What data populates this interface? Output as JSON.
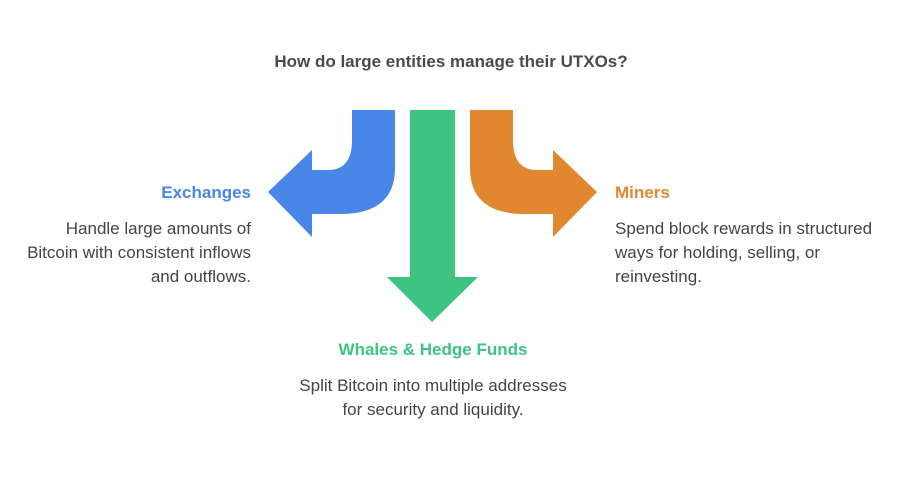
{
  "title": "How do large entities manage their UTXOs?",
  "colors": {
    "exchanges": "#4a86e8",
    "whales": "#3cc480",
    "miners": "#e08730",
    "title": "#4a4a4a",
    "body_text": "#444444"
  },
  "branches": [
    {
      "id": "exchanges",
      "heading": "Exchanges",
      "description": "Handle large amounts of Bitcoin with consistent inflows and outflows.",
      "direction": "left",
      "color": "#4a86e8"
    },
    {
      "id": "whales",
      "heading": "Whales & Hedge Funds",
      "description": "Split Bitcoin into multiple addresses for security and liquidity.",
      "direction": "down",
      "color": "#3cc480"
    },
    {
      "id": "miners",
      "heading": "Miners",
      "description": "Spend block rewards in structured ways for holding, selling, or reinvesting.",
      "direction": "right",
      "color": "#e08730"
    }
  ]
}
